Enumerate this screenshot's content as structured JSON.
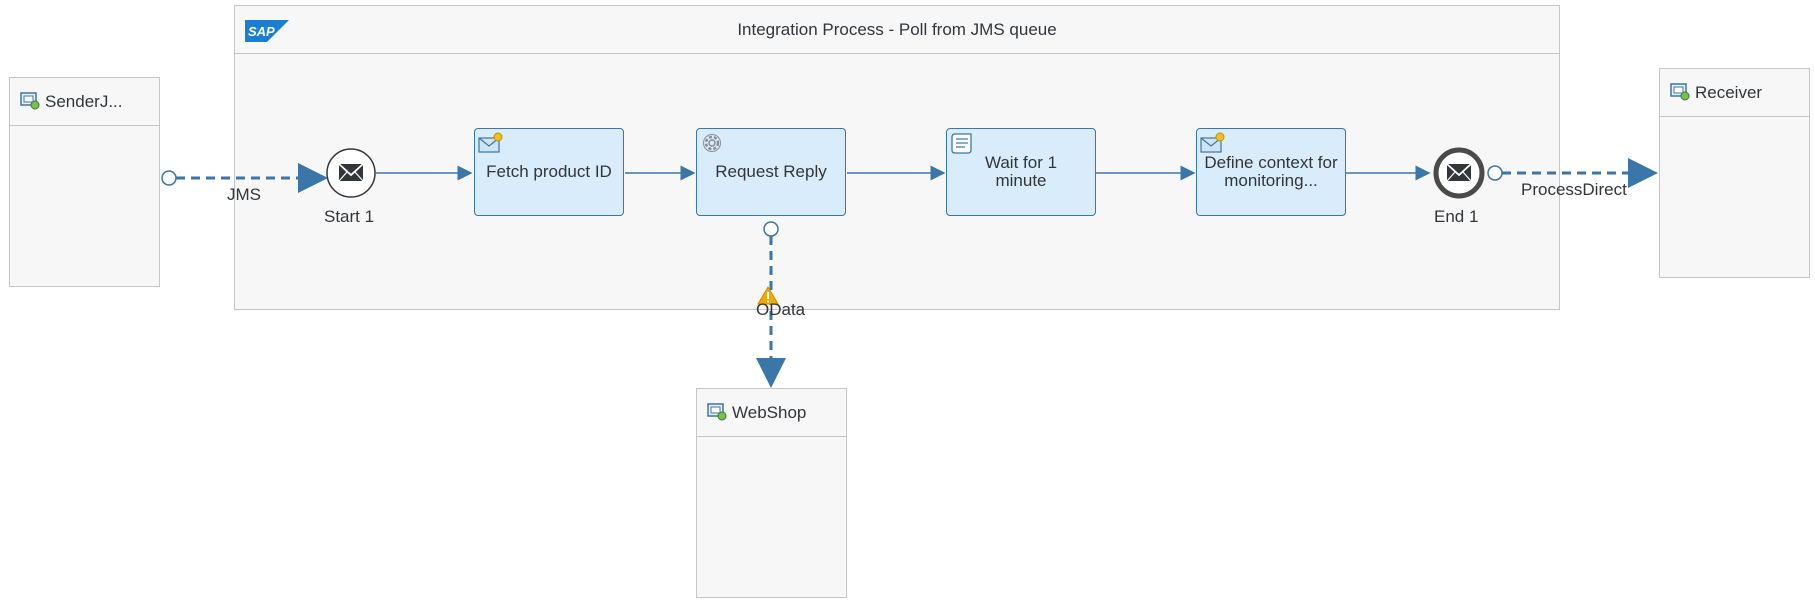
{
  "process": {
    "title": "Integration Process - Poll from JMS queue",
    "logo_text": "SAP"
  },
  "participants": {
    "sender": "SenderJ...",
    "receiver": "Receiver",
    "webshop": "WebShop"
  },
  "events": {
    "start": "Start 1",
    "end": "End 1"
  },
  "tasks": [
    {
      "label": "Fetch product ID",
      "icon": "content-modifier-icon"
    },
    {
      "label": "Request Reply",
      "icon": "gear-icon"
    },
    {
      "label": "Wait for 1 minute",
      "icon": "script-icon"
    },
    {
      "label": "Define context for monitoring...",
      "icon": "content-modifier-icon"
    }
  ],
  "connections": {
    "jms": "JMS",
    "odata": "OData",
    "process_direct": "ProcessDirect"
  },
  "colors": {
    "accent": "#3a76a8",
    "task_fill": "#d8ecfb",
    "pool_fill": "#f7f7f7",
    "border": "#c6c6c6",
    "warning": "#f0ab00"
  }
}
